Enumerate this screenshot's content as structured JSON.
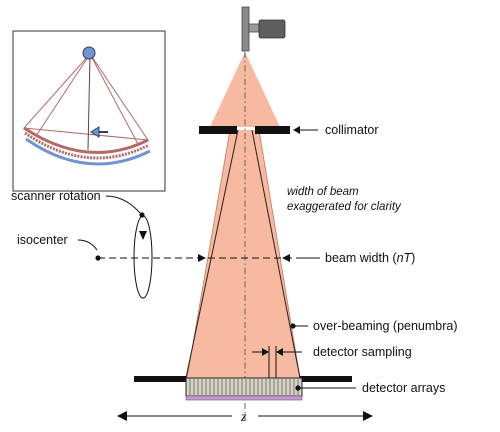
{
  "labels": {
    "collimator": "collimator",
    "beam_note_line1": "width of beam",
    "beam_note_line2": "exaggerated for clarity",
    "scanner_rotation": "scanner rotation",
    "isocenter": "isocenter",
    "beam_width_prefix": "beam width (",
    "beam_width_symbol": "nT",
    "beam_width_suffix": ")",
    "over_beaming": "over-beaming (penumbra)",
    "detector_sampling": "detector sampling",
    "detector_arrays": "detector arrays",
    "z_axis": "z"
  },
  "colors": {
    "beam_fill": "#f7b9a0",
    "beam_edge": "#c07a5c",
    "collimator": "#111111",
    "detector_fill": "#d6d2c6",
    "detector_base": "#c79ad0",
    "gantry_arc": "#b56a6a",
    "source_ball": "#6f95cf",
    "xray_tube": "#8a8a8a"
  }
}
